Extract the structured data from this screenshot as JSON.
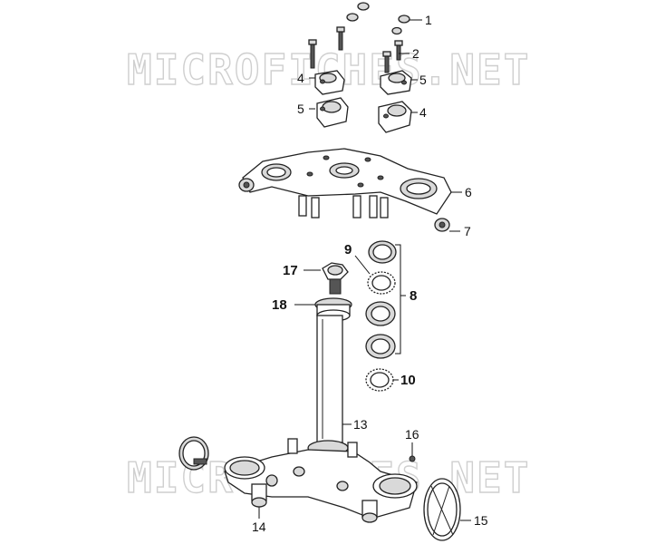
{
  "watermark": {
    "text": "MICROFICHES.NET"
  },
  "callouts": [
    {
      "label": "1"
    },
    {
      "label": "2"
    },
    {
      "label": "4"
    },
    {
      "label": "5"
    },
    {
      "label": "5"
    },
    {
      "label": "4"
    },
    {
      "label": "6"
    },
    {
      "label": "7"
    },
    {
      "label": "9"
    },
    {
      "label": "17"
    },
    {
      "label": "8"
    },
    {
      "label": "18"
    },
    {
      "label": "10"
    },
    {
      "label": "13"
    },
    {
      "label": "16"
    },
    {
      "label": "14"
    },
    {
      "label": "15"
    }
  ]
}
